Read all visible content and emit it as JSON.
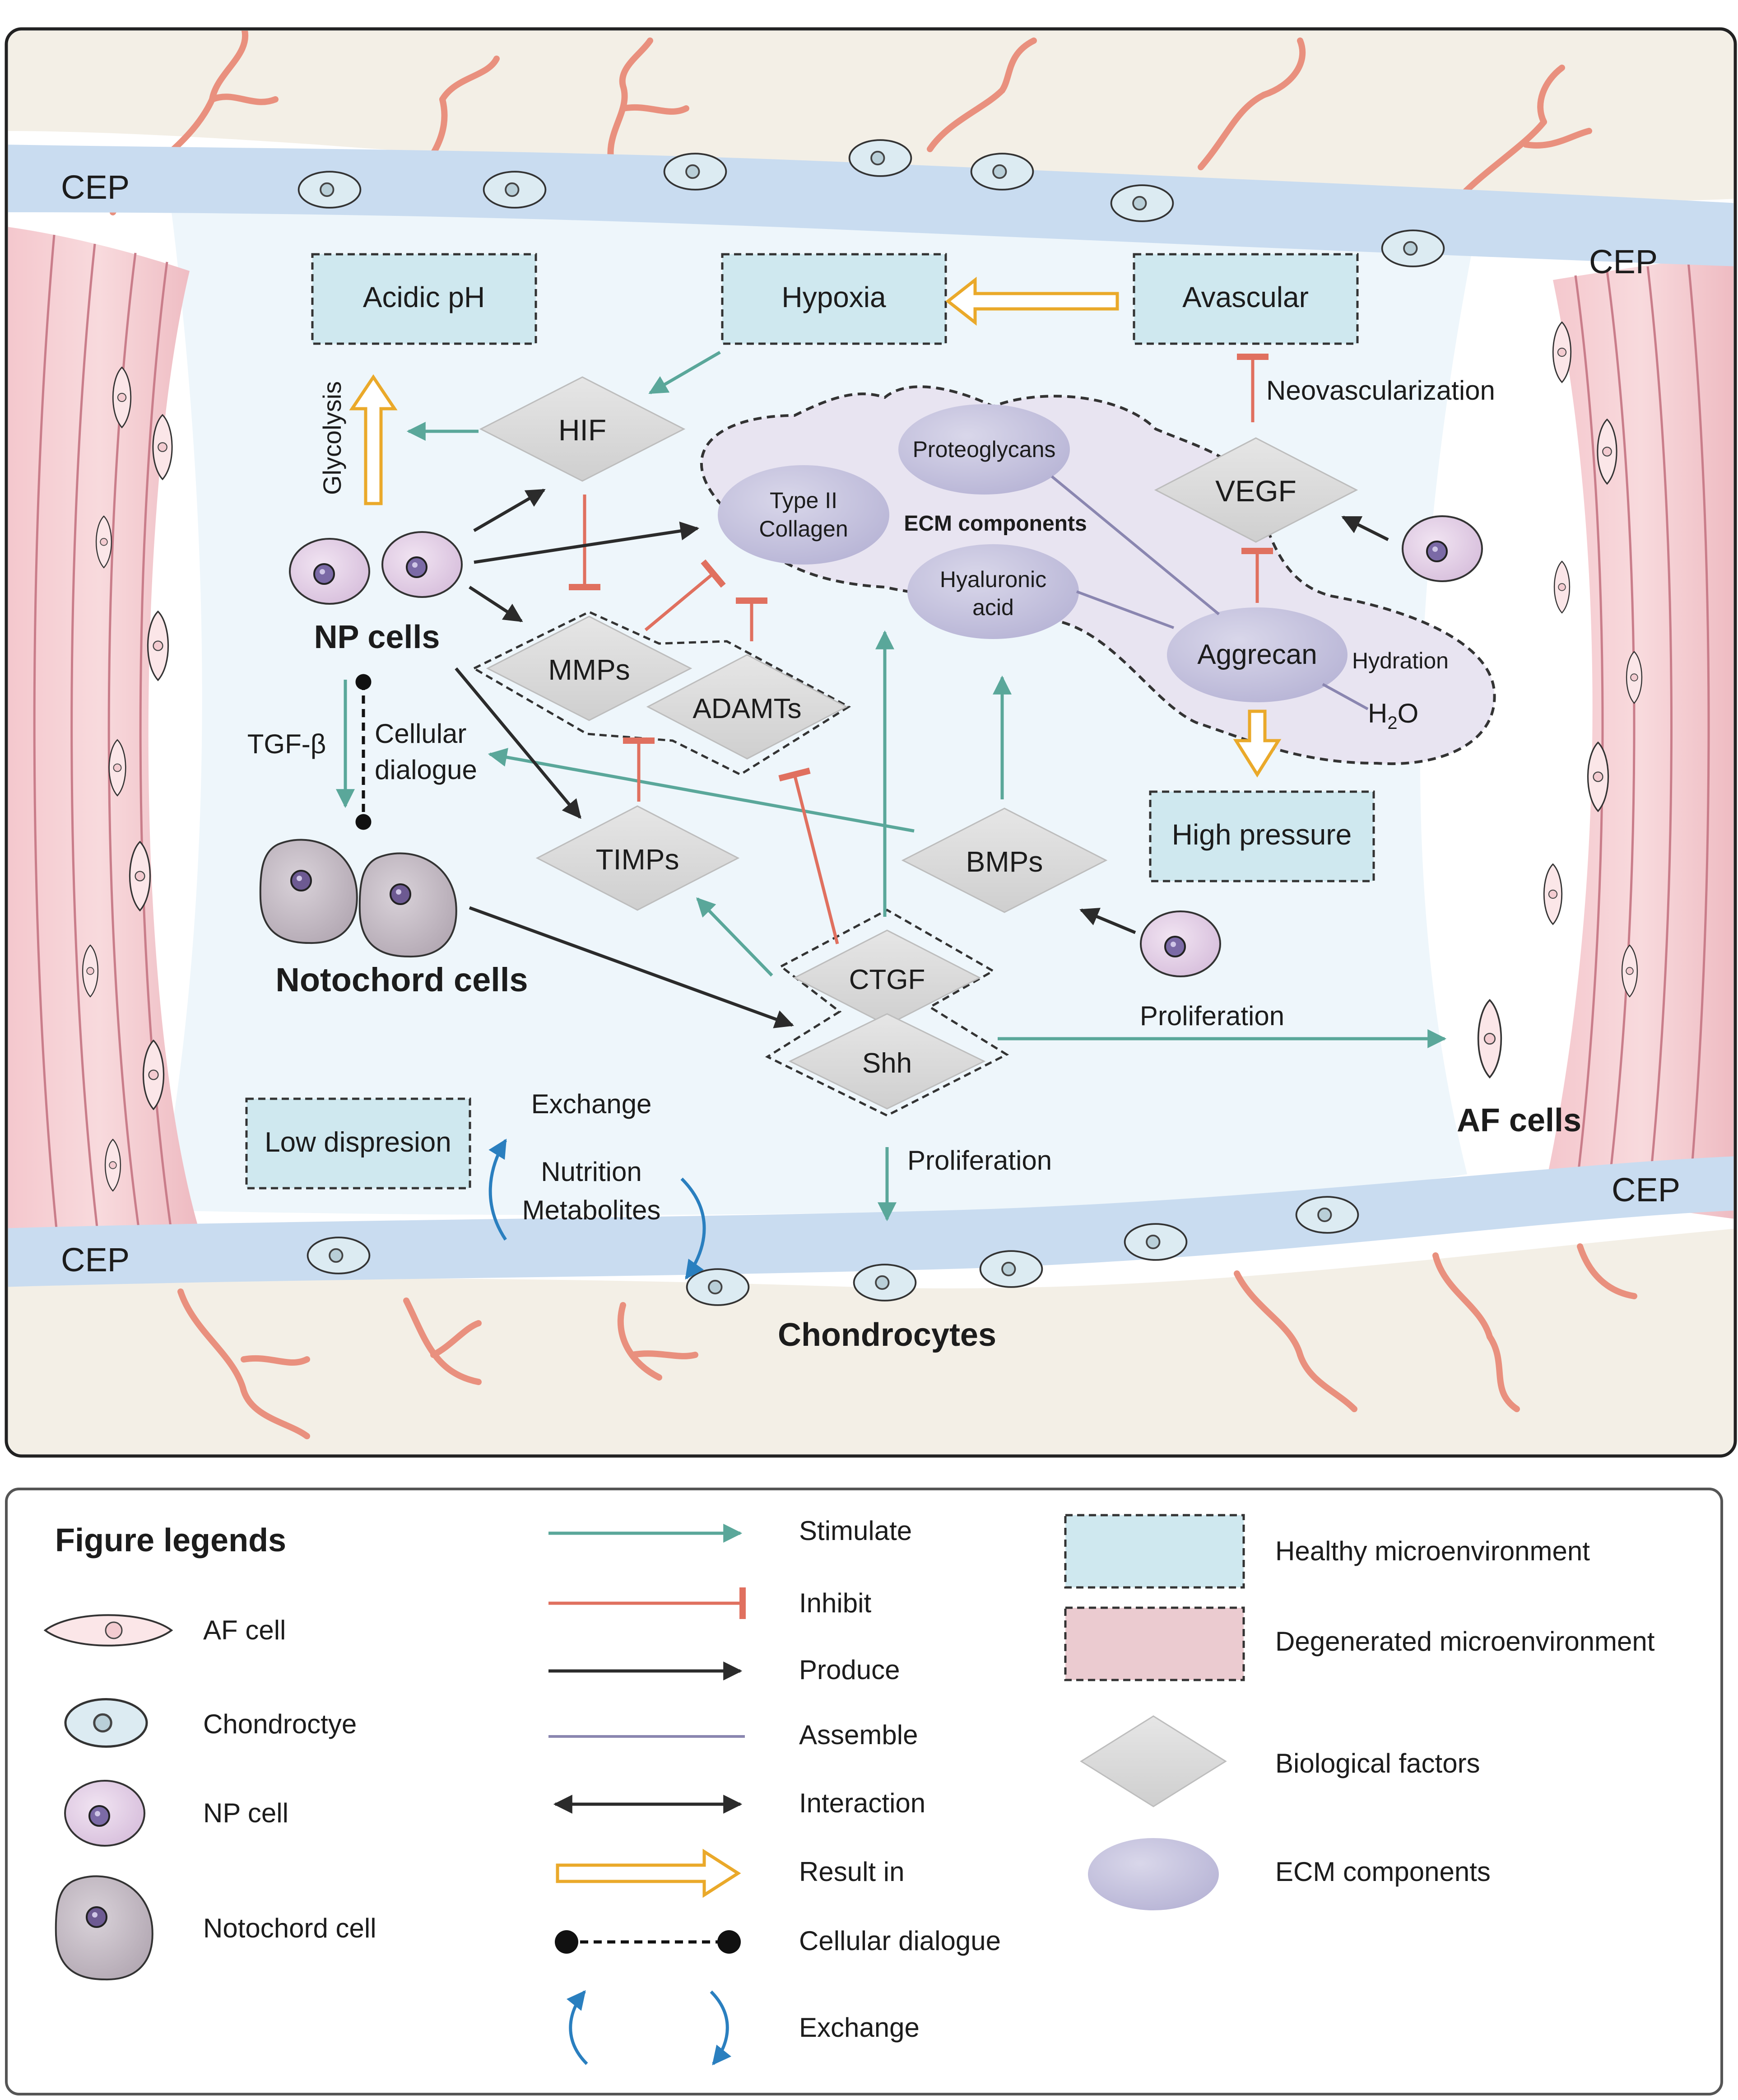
{
  "labels": {
    "cep_top_left": "CEP",
    "cep_top_right": "CEP",
    "cep_bottom_left": "CEP",
    "cep_bottom_right": "CEP",
    "np_cells": "NP cells",
    "notochord_cells": "Notochord cells",
    "af_cells": "AF cells",
    "chondrocytes": "Chondrocytes",
    "ecm_components": "ECM components",
    "glycolysis": "Glycolysis",
    "neovascularization": "Neovascularization",
    "hydration": "Hydration",
    "h2o_main": "H",
    "h2o_sub": "2",
    "h2o_end": "O",
    "tgf_beta": "TGF-β",
    "cellular": "Cellular",
    "dialogue": "dialogue",
    "proliferation_right": "Proliferation",
    "proliferation_down": "Proliferation",
    "exchange": "Exchange",
    "nutrition": "Nutrition",
    "metabolites": "Metabolites"
  },
  "environment": {
    "acidic_ph": "Acidic pH",
    "hypoxia": "Hypoxia",
    "avascular": "Avascular",
    "high_pressure": "High pressure",
    "low_dispresion": "Low dispresion"
  },
  "factors": {
    "hif": "HIF",
    "vegf": "VEGF",
    "mmps": "MMPs",
    "adamts": "ADAMTs",
    "timps": "TIMPs",
    "bmps": "BMPs",
    "ctgf": "CTGF",
    "shh": "Shh"
  },
  "ecm": {
    "collagen_1": "Type II",
    "collagen_2": "Collagen",
    "proteoglycans": "Proteoglycans",
    "hyaluronic_1": "Hyaluronic",
    "hyaluronic_2": "acid",
    "aggrecan": "Aggrecan"
  },
  "legend": {
    "title": "Figure legends",
    "af_cell": "AF cell",
    "chondrocyte": "Chondroctye",
    "np_cell": "NP cell",
    "notochord_cell": "Notochord cell",
    "stimulate": "Stimulate",
    "inhibit": "Inhibit",
    "produce": "Produce",
    "assemble": "Assemble",
    "interaction": "Interaction",
    "result_in": "Result in",
    "cellular_dialogue": "Cellular dialogue",
    "exchange": "Exchange",
    "healthy": "Healthy microenvironment",
    "degenerated": "Degenerated microenvironment",
    "biological_factors": "Biological factors",
    "ecm_components": "ECM components"
  },
  "colors": {
    "stimulate": "#5aa79a",
    "inhibit": "#e0705f",
    "produce": "#2b2b2b",
    "assemble": "#8a86b0",
    "result_in": "#eaa92a",
    "exchange": "#2a7fbf",
    "healthy": "#cfe8ef",
    "degenerated": "#ebcbd0",
    "factor": "#dcdcdc",
    "ecm": "#c8c6de",
    "np_cell": "#e2cce4",
    "notochord": "#c6bdc6",
    "chondrocyte": "#dcebf2",
    "af_cell": "#fbe6e8",
    "vessel": "#e9907e",
    "cep": "#c9dcf0",
    "bone": "#f3efe6"
  }
}
